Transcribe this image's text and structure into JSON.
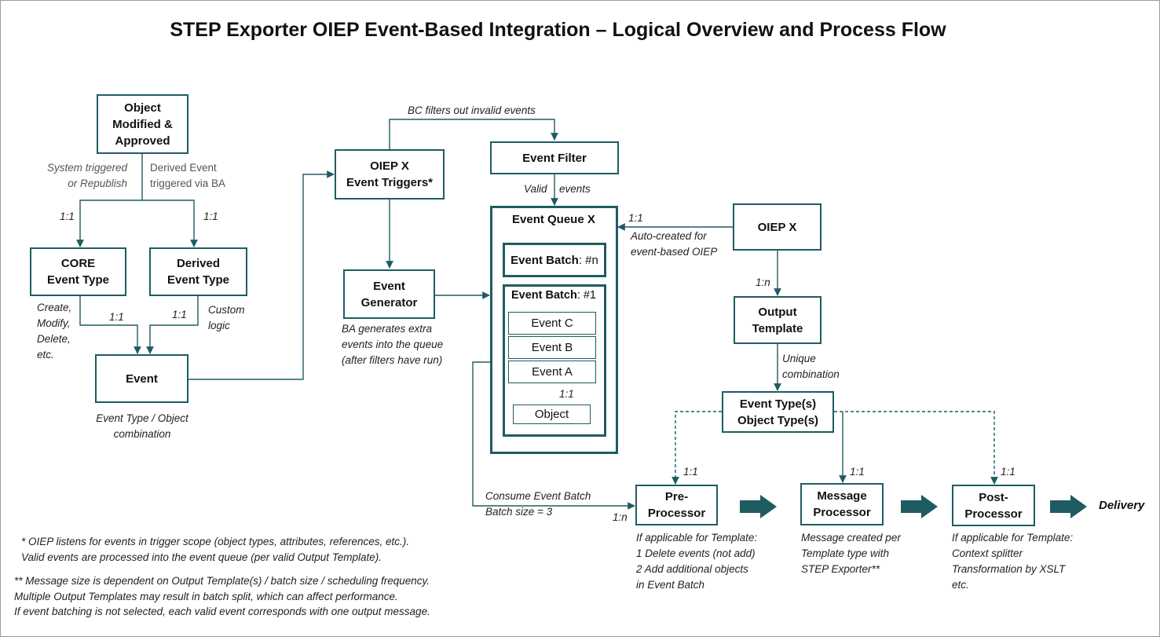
{
  "title": "STEP Exporter OIEP Event-Based Integration – Logical Overview and Process Flow",
  "nodes": {
    "object_modified": "Object\nModified &\nApproved",
    "core_event_type": "CORE\nEvent Type",
    "derived_event_type": "Derived\nEvent Type",
    "event": "Event",
    "oiep_triggers": "OIEP X\nEvent Triggers*",
    "event_generator": "Event\nGenerator",
    "event_filter": "Event Filter",
    "event_queue": "Event Queue X",
    "event_batch_n_bold": "Event Batch",
    "event_batch_n_rest": ": #n",
    "event_batch_1_bold": "Event Batch",
    "event_batch_1_rest": ": #1",
    "event_c": "Event C",
    "event_b": "Event B",
    "event_a": "Event A",
    "object": "Object",
    "oiep_x": "OIEP X",
    "output_template": "Output\nTemplate",
    "event_object_types": "Event Type(s)\nObject Type(s)",
    "pre_processor": "Pre-\nProcessor",
    "message_processor": "Message\nProcessor",
    "post_processor": "Post-\nProcessor",
    "delivery": "Delivery"
  },
  "labels": {
    "system_triggered": "System triggered\nor Republish",
    "derived_event_ba": "Derived Event\ntriggered via BA",
    "ratio_core": "1:1",
    "ratio_derived": "1:1",
    "core_actions": "Create,\nModify,\nDelete,\netc.",
    "ratio_core_event": "1:1",
    "ratio_derived_event": "1:1",
    "custom_logic": "Custom\nlogic",
    "event_combination": "Event Type / Object\ncombination",
    "bc_filters": "BC filters out invalid events",
    "valid_events_1": "Valid",
    "valid_events_2": "events",
    "ba_generates": "BA generates extra\nevents into the queue\n(after filters have run)",
    "ratio_oiep_queue": "1:1",
    "auto_created": "Auto-created for\nevent-based OIEP",
    "ratio_oiep_template": "1:n",
    "unique_combination": "Unique\ncombination",
    "ratio_event_object": "1:1",
    "consume_batch": "Consume Event Batch\nBatch size = 3",
    "ratio_consume": "1:n",
    "ratio_pre": "1:1",
    "ratio_message": "1:1",
    "ratio_post": "1:1",
    "pre_desc": "If applicable for Template:\n  1 Delete events (not add)\n  2 Add additional objects\n     in Event Batch",
    "message_desc": "Message created per\nTemplate type with\nSTEP Exporter**",
    "post_desc": "If applicable for Template:\n  Context splitter\n  Transformation by XSLT\n  etc."
  },
  "footnotes": {
    "note1": "* OIEP listens for events in trigger scope  (object types, attributes, references, etc.).\n   Valid events are processed into the event queue (per valid Output Template).",
    "note2": "** Message size is dependent on Output Template(s) / batch size / scheduling frequency.\n    Multiple Output Templates may result in batch split, which can affect performance.\n    If event batching is not selected, each valid event corresponds with one output message."
  },
  "colors": {
    "accent": "#1f5c62",
    "text": "#222222",
    "frame": "#9a9a9a"
  }
}
